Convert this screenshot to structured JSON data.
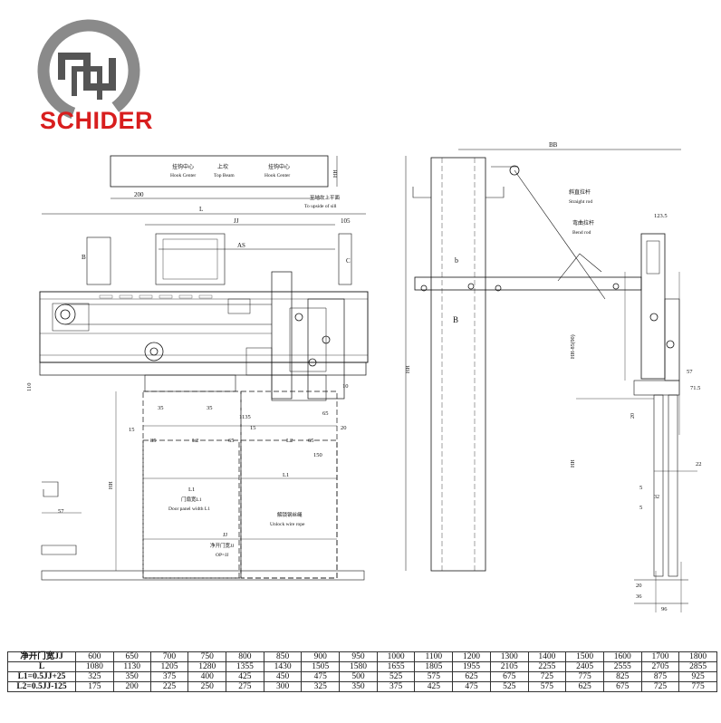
{
  "brand": {
    "name": "SCHIDER",
    "color": "#d81e1e",
    "logo_icon": "schider-emblem-icon"
  },
  "front_view": {
    "hook_center_cn_left": "挂钩中心",
    "hook_center_en_left": "Hook Center",
    "top_beam_cn": "上坎",
    "top_beam_en": "Top Beam",
    "hook_center_cn_right": "挂钩中心",
    "hook_center_en_right": "Hook Center",
    "dim_hh_top": "HH",
    "dim_200": "200",
    "sill_cn": "至地坎上平面",
    "sill_en": "To upside of sill",
    "dim_L": "L",
    "dim_JJ": "JJ",
    "dim_105": "105",
    "dim_AS": "AS",
    "dim_B": "B",
    "dim_C": "C",
    "dim_110": "110",
    "dim_10": "10",
    "dim_35a": "35",
    "dim_35b": "35",
    "dim_1135": "1135",
    "dim_15a": "15",
    "dim_15b": "15",
    "dim_65a": "65",
    "dim_65b": "65",
    "dim_65c": "65",
    "dim_85": "85",
    "dim_L2a": "L2",
    "dim_L2b": "L2",
    "dim_20": "20",
    "dim_150": "150",
    "dim_L1a": "L1",
    "dim_L1b": "L1",
    "door_panel_cn": "门扇宽L1",
    "door_panel_en": "Door panel width L1",
    "unlock_cn": "解锁钢丝绳",
    "unlock_en": "Unlock wire rope",
    "dim_JJ_bottom": "JJ",
    "clear_open_cn": "净开门宽JJ",
    "clear_open_en": "OP=JJ",
    "dim_HH_left": "HH",
    "dim_57": "57"
  },
  "side_view": {
    "dim_BB": "BB",
    "straight_rod_cn": "斜直拉杆",
    "straight_rod_en": "Straight rod",
    "bend_rod_cn": "弯曲拉杆",
    "bend_rod_en": "Bend rod",
    "dim_1235": "123.5",
    "dim_b": "b",
    "dim_B": "B",
    "dim_HH": "HH",
    "dim_HH_range": "HH-85(90)",
    "dim_HH_lower": "HH",
    "dim_57": "57",
    "dim_715": "71.5",
    "dim_20a": "20",
    "dim_22": "22",
    "dim_5a": "5",
    "dim_32": "32",
    "dim_5b": "5",
    "dim_20b": "20",
    "dim_36": "36",
    "dim_96": "96"
  },
  "table": {
    "rows": [
      {
        "label": "净开门宽JJ",
        "values": [
          "600",
          "650",
          "700",
          "750",
          "800",
          "850",
          "900",
          "950",
          "1000",
          "1100",
          "1200",
          "1300",
          "1400",
          "1500",
          "1600",
          "1700",
          "1800"
        ]
      },
      {
        "label": "L",
        "values": [
          "1080",
          "1130",
          "1205",
          "1280",
          "1355",
          "1430",
          "1505",
          "1580",
          "1655",
          "1805",
          "1955",
          "2105",
          "2255",
          "2405",
          "2555",
          "2705",
          "2855"
        ]
      },
      {
        "label": "L1=0.5JJ+25",
        "values": [
          "325",
          "350",
          "375",
          "400",
          "425",
          "450",
          "475",
          "500",
          "525",
          "575",
          "625",
          "675",
          "725",
          "775",
          "825",
          "875",
          "925"
        ]
      },
      {
        "label": "L2=0.5JJ-125",
        "values": [
          "175",
          "200",
          "225",
          "250",
          "275",
          "300",
          "325",
          "350",
          "375",
          "425",
          "475",
          "525",
          "575",
          "625",
          "675",
          "725",
          "775"
        ]
      }
    ]
  }
}
